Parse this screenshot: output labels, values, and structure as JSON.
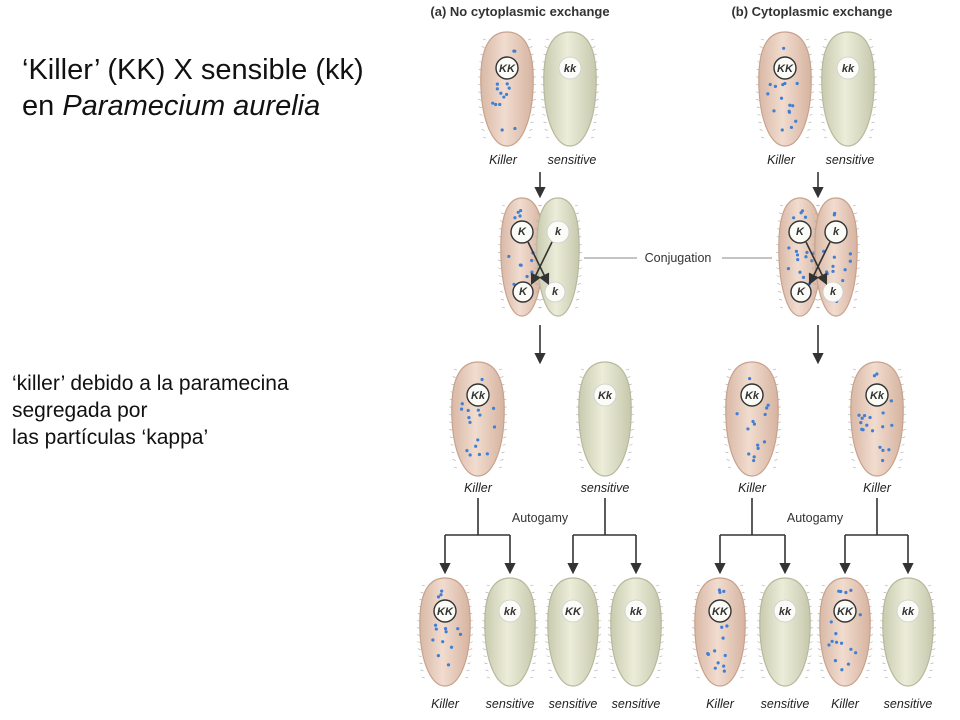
{
  "title": {
    "line1": "‘Killer’ (KK) X sensible (kk)",
    "line2_prefix": "en ",
    "line2_italic": "Paramecium aurelia"
  },
  "note": {
    "line1": "‘killer’ debido a la paramecina",
    "line2": "segregada por",
    "line3": "las partículas ‘kappa’"
  },
  "diagram": {
    "header_a": "(a) No cytoplasmic exchange",
    "header_b": "(b) Cytoplasmic exchange",
    "conjugation": "Conjugation",
    "autogamy": "Autogamy",
    "top_left": [
      {
        "genotype": "KK",
        "label": "Killer",
        "kappa": true
      },
      {
        "genotype": "kk",
        "label": "sensitive",
        "kappa": false
      }
    ],
    "top_right": [
      {
        "genotype": "KK",
        "label": "Killer",
        "kappa": true
      },
      {
        "genotype": "kk",
        "label": "sensitive",
        "kappa": false
      }
    ],
    "conj_alleles": [
      "K",
      "k",
      "K",
      "k"
    ],
    "exconjugants": [
      {
        "genotype": "Kk",
        "label": "Killer",
        "kappa": true
      },
      {
        "genotype": "Kk",
        "label": "sensitive",
        "kappa": false
      },
      {
        "genotype": "Kk",
        "label": "Killer",
        "kappa": true
      },
      {
        "genotype": "Kk",
        "label": "Killer",
        "kappa": true
      }
    ],
    "autogamy_progeny": [
      {
        "genotype": "KK",
        "label": "Killer",
        "kappa": true
      },
      {
        "genotype": "kk",
        "label": "sensitive",
        "kappa": false
      },
      {
        "genotype": "KK",
        "label": "sensitive",
        "kappa": false
      },
      {
        "genotype": "kk",
        "label": "sensitive",
        "kappa": false
      },
      {
        "genotype": "KK",
        "label": "Killer",
        "kappa": true
      },
      {
        "genotype": "kk",
        "label": "sensitive",
        "kappa": false
      },
      {
        "genotype": "KK",
        "label": "Killer",
        "kappa": true
      },
      {
        "genotype": "kk",
        "label": "sensitive",
        "kappa": false
      }
    ],
    "colors": {
      "killer_body": "#ead2c3",
      "sensitive_body": "#dfe0c8",
      "kappa_dot": "#3f7fd6",
      "arrow": "#333333"
    }
  }
}
